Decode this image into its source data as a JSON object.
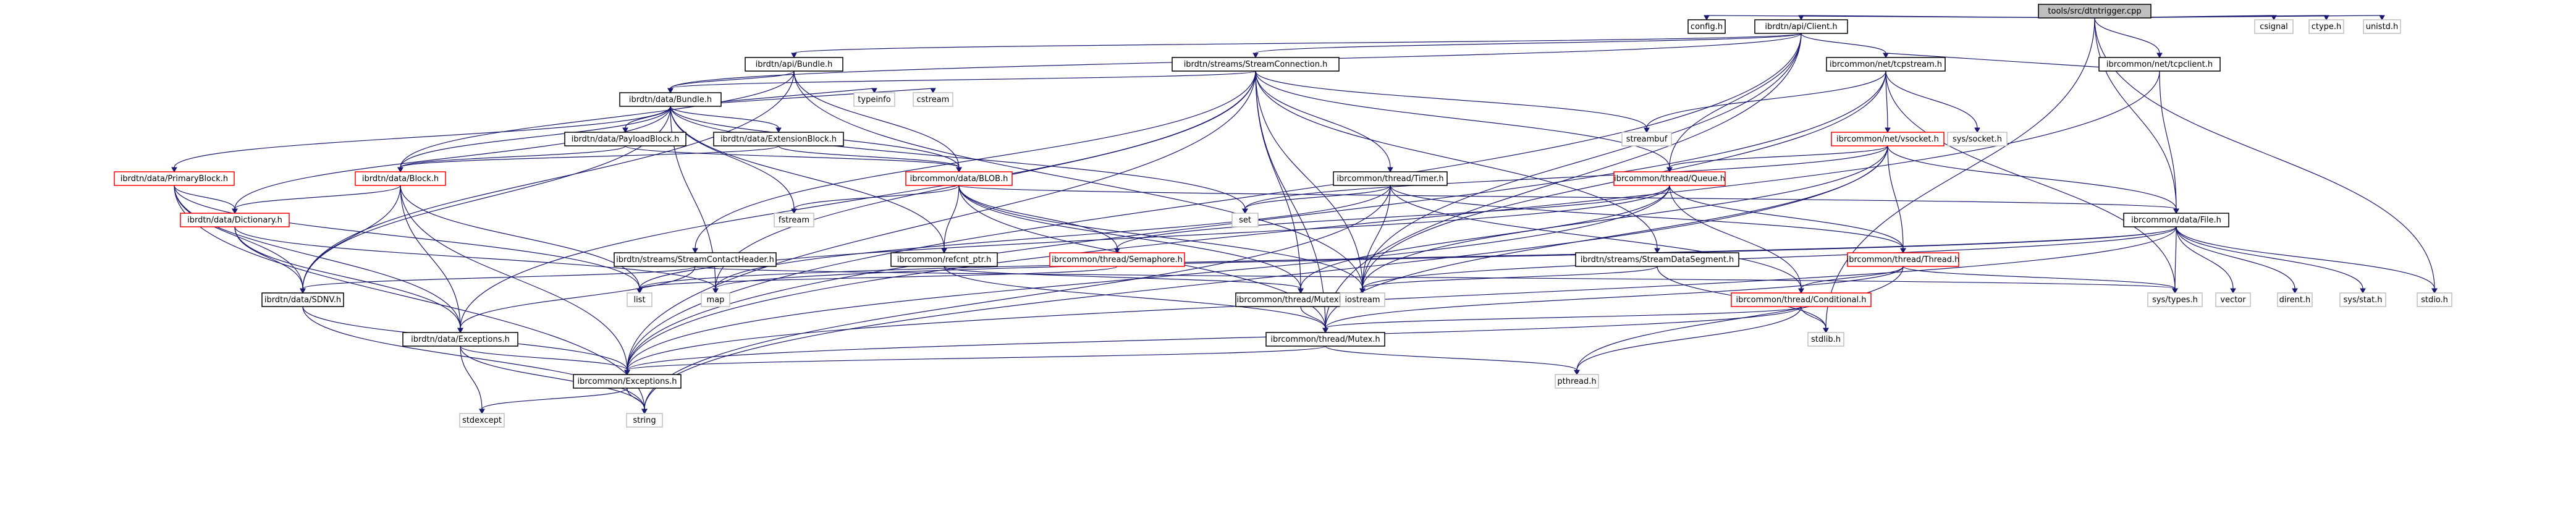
{
  "diagram": {
    "type": "include-dependency-graph",
    "root": "tools/src/dtntrigger.cpp",
    "legend": {
      "colors": {
        "root_fill": "#bfbfbf",
        "documented_border": "#000000",
        "truncated_border": "#ff0000",
        "external_border": "#bfbfbf",
        "edge": "#191970"
      }
    },
    "nodes": [
      {
        "id": "root",
        "label": "tools/src/dtntrigger.cpp",
        "kind": "root"
      },
      {
        "id": "config",
        "label": "config.h",
        "kind": "std"
      },
      {
        "id": "client",
        "label": "ibrdtn/api/Client.h",
        "kind": "std"
      },
      {
        "id": "csignal",
        "label": "csignal",
        "kind": "ext"
      },
      {
        "id": "ctype",
        "label": "ctype.h",
        "kind": "ext"
      },
      {
        "id": "unistd",
        "label": "unistd.h",
        "kind": "ext"
      },
      {
        "id": "tcpclient",
        "label": "ibrcommon/net/tcpclient.h",
        "kind": "std"
      },
      {
        "id": "apibundle",
        "label": "ibrdtn/api/Bundle.h",
        "kind": "std"
      },
      {
        "id": "streamconn",
        "label": "ibrdtn/streams/StreamConnection.h",
        "kind": "std"
      },
      {
        "id": "tcpstream",
        "label": "ibrcommon/net/tcpstream.h",
        "kind": "std"
      },
      {
        "id": "databundle",
        "label": "ibrdtn/data/Bundle.h",
        "kind": "std"
      },
      {
        "id": "cstream",
        "label": "cstream",
        "kind": "ext"
      },
      {
        "id": "typeinfo",
        "label": "typeinfo",
        "kind": "ext"
      },
      {
        "id": "streambuf",
        "label": "streambuf",
        "kind": "ext"
      },
      {
        "id": "syssocket",
        "label": "sys/socket.h",
        "kind": "ext"
      },
      {
        "id": "vsocket",
        "label": "ibrcommon/net/vsocket.h",
        "kind": "red"
      },
      {
        "id": "primaryblock",
        "label": "ibrdtn/data/PrimaryBlock.h",
        "kind": "red"
      },
      {
        "id": "payloadblock",
        "label": "ibrdtn/data/PayloadBlock.h",
        "kind": "std"
      },
      {
        "id": "extblock",
        "label": "ibrdtn/data/ExtensionBlock.h",
        "kind": "std"
      },
      {
        "id": "block",
        "label": "ibrdtn/data/Block.h",
        "kind": "red"
      },
      {
        "id": "blob",
        "label": "ibrcommon/data/BLOB.h",
        "kind": "red"
      },
      {
        "id": "timer",
        "label": "ibrcommon/thread/Timer.h",
        "kind": "std"
      },
      {
        "id": "queue",
        "label": "ibrcommon/thread/Queue.h",
        "kind": "red"
      },
      {
        "id": "file",
        "label": "ibrcommon/data/File.h",
        "kind": "std"
      },
      {
        "id": "dictionary",
        "label": "ibrdtn/data/Dictionary.h",
        "kind": "red"
      },
      {
        "id": "fstream",
        "label": "fstream",
        "kind": "ext"
      },
      {
        "id": "contactheader",
        "label": "ibrdtn/streams/StreamContactHeader.h",
        "kind": "std"
      },
      {
        "id": "refcntptr",
        "label": "ibrcommon/refcnt_ptr.h",
        "kind": "std"
      },
      {
        "id": "semaphore",
        "label": "ibrcommon/thread/Semaphore.h",
        "kind": "red"
      },
      {
        "id": "set",
        "label": "set",
        "kind": "ext"
      },
      {
        "id": "datasegment",
        "label": "ibrdtn/streams/StreamDataSegment.h",
        "kind": "std"
      },
      {
        "id": "thread",
        "label": "ibrcommon/thread/Thread.h",
        "kind": "red"
      },
      {
        "id": "sdnv",
        "label": "ibrdtn/data/SDNV.h",
        "kind": "std"
      },
      {
        "id": "list",
        "label": "list",
        "kind": "ext"
      },
      {
        "id": "map",
        "label": "map",
        "kind": "ext"
      },
      {
        "id": "mutexlock",
        "label": "ibrcommon/thread/MutexLock.h",
        "kind": "std"
      },
      {
        "id": "iostream",
        "label": "iostream",
        "kind": "ext"
      },
      {
        "id": "conditional",
        "label": "ibrcommon/thread/Conditional.h",
        "kind": "red"
      },
      {
        "id": "systypes",
        "label": "sys/types.h",
        "kind": "ext"
      },
      {
        "id": "vector",
        "label": "vector",
        "kind": "ext"
      },
      {
        "id": "dirent",
        "label": "dirent.h",
        "kind": "ext"
      },
      {
        "id": "sysstat",
        "label": "sys/stat.h",
        "kind": "ext"
      },
      {
        "id": "stdio",
        "label": "stdio.h",
        "kind": "ext"
      },
      {
        "id": "dataexceptions",
        "label": "ibrdtn/data/Exceptions.h",
        "kind": "std"
      },
      {
        "id": "mutex",
        "label": "ibrcommon/thread/Mutex.h",
        "kind": "std"
      },
      {
        "id": "stdlib",
        "label": "stdlib.h",
        "kind": "ext"
      },
      {
        "id": "ibrexceptions",
        "label": "ibrcommon/Exceptions.h",
        "kind": "std"
      },
      {
        "id": "pthread",
        "label": "pthread.h",
        "kind": "ext"
      },
      {
        "id": "stdexcept",
        "label": "stdexcept",
        "kind": "ext"
      },
      {
        "id": "string",
        "label": "string",
        "kind": "ext"
      }
    ],
    "edges": [
      [
        "root",
        "config"
      ],
      [
        "root",
        "client"
      ],
      [
        "root",
        "csignal"
      ],
      [
        "root",
        "ctype"
      ],
      [
        "root",
        "unistd"
      ],
      [
        "root",
        "tcpclient"
      ],
      [
        "root",
        "file"
      ],
      [
        "root",
        "stdio"
      ],
      [
        "root",
        "stdlib"
      ],
      [
        "client",
        "apibundle"
      ],
      [
        "client",
        "streamconn"
      ],
      [
        "client",
        "tcpstream"
      ],
      [
        "client",
        "databundle"
      ],
      [
        "client",
        "queue"
      ],
      [
        "client",
        "ibrexceptions"
      ],
      [
        "client",
        "mutex"
      ],
      [
        "client",
        "iostream"
      ],
      [
        "tcpclient",
        "tcpstream"
      ],
      [
        "tcpclient",
        "file"
      ],
      [
        "tcpclient",
        "ibrexceptions"
      ],
      [
        "apibundle",
        "databundle"
      ],
      [
        "apibundle",
        "blob"
      ],
      [
        "apibundle",
        "block"
      ],
      [
        "apibundle",
        "sdnv"
      ],
      [
        "apibundle",
        "iostream"
      ],
      [
        "streamconn",
        "databundle"
      ],
      [
        "streamconn",
        "contactheader"
      ],
      [
        "streamconn",
        "datasegment"
      ],
      [
        "streamconn",
        "timer"
      ],
      [
        "streamconn",
        "queue"
      ],
      [
        "streamconn",
        "mutexlock"
      ],
      [
        "streamconn",
        "mutex"
      ],
      [
        "streamconn",
        "streambuf"
      ],
      [
        "streamconn",
        "iostream"
      ],
      [
        "streamconn",
        "dataexceptions"
      ],
      [
        "streamconn",
        "ibrexceptions"
      ],
      [
        "streamconn",
        "map"
      ],
      [
        "tcpstream",
        "vsocket"
      ],
      [
        "tcpstream",
        "streambuf"
      ],
      [
        "tcpstream",
        "syssocket"
      ],
      [
        "tcpstream",
        "systypes"
      ],
      [
        "tcpstream",
        "ibrexceptions"
      ],
      [
        "tcpstream",
        "iostream"
      ],
      [
        "databundle",
        "primaryblock"
      ],
      [
        "databundle",
        "payloadblock"
      ],
      [
        "databundle",
        "extblock"
      ],
      [
        "databundle",
        "block"
      ],
      [
        "databundle",
        "dictionary"
      ],
      [
        "databundle",
        "refcntptr"
      ],
      [
        "databundle",
        "blob"
      ],
      [
        "databundle",
        "cstream"
      ],
      [
        "databundle",
        "typeinfo"
      ],
      [
        "databundle",
        "fstream"
      ],
      [
        "databundle",
        "sdnv"
      ],
      [
        "databundle",
        "set"
      ],
      [
        "databundle",
        "map"
      ],
      [
        "vsocket",
        "queue"
      ],
      [
        "vsocket",
        "thread"
      ],
      [
        "vsocket",
        "file"
      ],
      [
        "vsocket",
        "set"
      ],
      [
        "vsocket",
        "string"
      ],
      [
        "vsocket",
        "mutex"
      ],
      [
        "vsocket",
        "iostream"
      ],
      [
        "primaryblock",
        "dictionary"
      ],
      [
        "primaryblock",
        "sdnv"
      ],
      [
        "primaryblock",
        "dataexceptions"
      ],
      [
        "primaryblock",
        "string"
      ],
      [
        "primaryblock",
        "list"
      ],
      [
        "payloadblock",
        "block"
      ],
      [
        "payloadblock",
        "blob"
      ],
      [
        "extblock",
        "block"
      ],
      [
        "extblock",
        "blob"
      ],
      [
        "block",
        "dictionary"
      ],
      [
        "block",
        "sdnv"
      ],
      [
        "block",
        "dataexceptions"
      ],
      [
        "block",
        "ibrexceptions"
      ],
      [
        "block",
        "list"
      ],
      [
        "blob",
        "refcntptr"
      ],
      [
        "blob",
        "semaphore"
      ],
      [
        "blob",
        "file"
      ],
      [
        "blob",
        "mutex"
      ],
      [
        "blob",
        "mutexlock"
      ],
      [
        "blob",
        "iostream"
      ],
      [
        "blob",
        "fstream"
      ],
      [
        "timer",
        "thread"
      ],
      [
        "timer",
        "conditional"
      ],
      [
        "timer",
        "set"
      ],
      [
        "timer",
        "iostream"
      ],
      [
        "timer",
        "string"
      ],
      [
        "timer",
        "map"
      ],
      [
        "queue",
        "semaphore"
      ],
      [
        "queue",
        "thread"
      ],
      [
        "queue",
        "mutexlock"
      ],
      [
        "queue",
        "conditional"
      ],
      [
        "queue",
        "ibrexceptions"
      ],
      [
        "queue",
        "list"
      ],
      [
        "file",
        "systypes"
      ],
      [
        "file",
        "vector"
      ],
      [
        "file",
        "dirent"
      ],
      [
        "file",
        "sysstat"
      ],
      [
        "file",
        "stdio"
      ],
      [
        "file",
        "list"
      ],
      [
        "file",
        "iostream"
      ],
      [
        "file",
        "map"
      ],
      [
        "file",
        "ibrexceptions"
      ],
      [
        "dictionary",
        "sdnv"
      ],
      [
        "dictionary",
        "dataexceptions"
      ],
      [
        "dictionary",
        "map"
      ],
      [
        "contactheader",
        "sdnv"
      ],
      [
        "contactheader",
        "dataexceptions"
      ],
      [
        "contactheader",
        "systypes"
      ],
      [
        "refcntptr",
        "mutex"
      ],
      [
        "refcntptr",
        "mutexlock"
      ],
      [
        "semaphore",
        "list"
      ],
      [
        "datasegment",
        "iostream"
      ],
      [
        "datasegment",
        "stdlib"
      ],
      [
        "thread",
        "conditional"
      ],
      [
        "thread",
        "mutex"
      ],
      [
        "thread",
        "systypes"
      ],
      [
        "thread",
        "pthread"
      ],
      [
        "sdnv",
        "ibrexceptions"
      ],
      [
        "sdnv",
        "string"
      ],
      [
        "mutexlock",
        "mutex"
      ],
      [
        "conditional",
        "mutex"
      ],
      [
        "conditional",
        "pthread"
      ],
      [
        "conditional",
        "ibrexceptions"
      ],
      [
        "conditional",
        "stdlib"
      ],
      [
        "dataexceptions",
        "ibrexceptions"
      ],
      [
        "dataexceptions",
        "stdexcept"
      ],
      [
        "dataexceptions",
        "string"
      ],
      [
        "mutex",
        "ibrexceptions"
      ],
      [
        "mutex",
        "pthread"
      ],
      [
        "ibrexceptions",
        "stdexcept"
      ],
      [
        "ibrexceptions",
        "string"
      ]
    ]
  }
}
